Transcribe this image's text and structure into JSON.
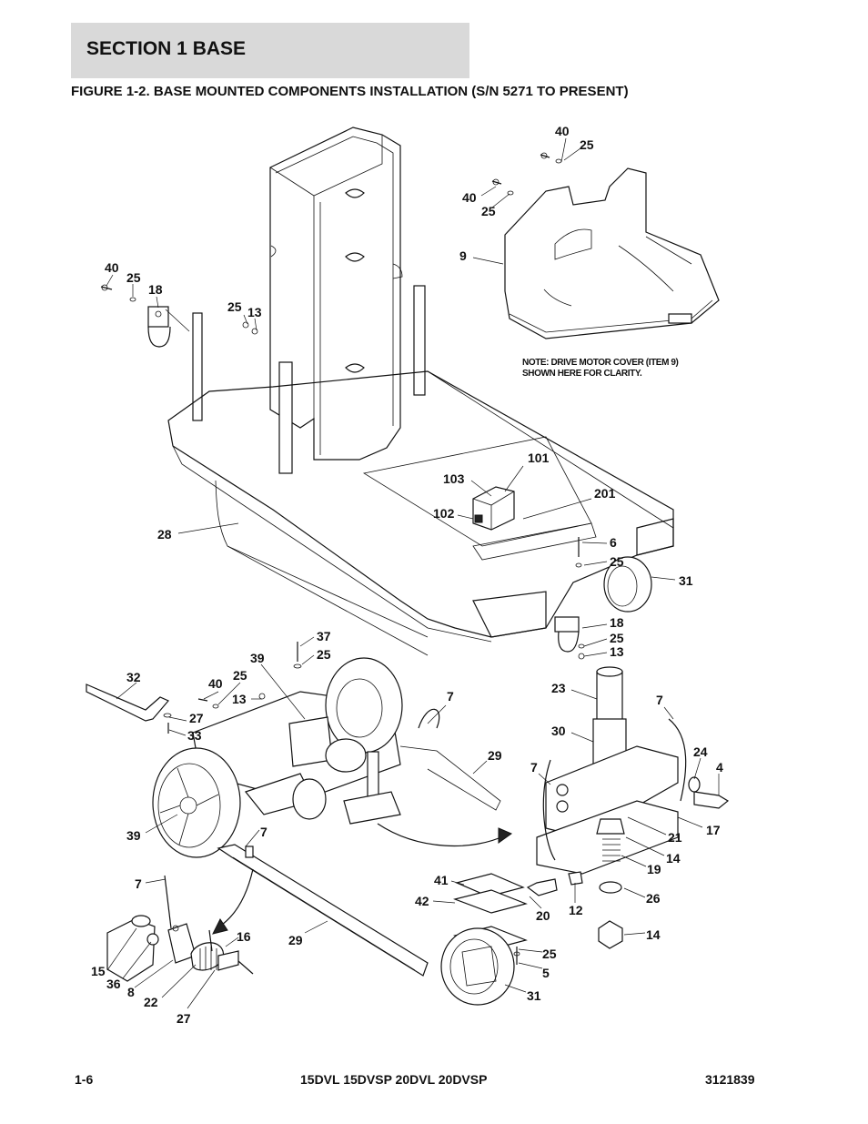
{
  "section": {
    "title": "SECTION 1  BASE"
  },
  "figure": {
    "title": "FIGURE 1-2. BASE MOUNTED COMPONENTS INSTALLATION (S/N 5271 TO PRESENT)"
  },
  "note": {
    "line1": "NOTE:  DRIVE MOTOR COVER (ITEM 9)",
    "line2": "SHOWN HERE FOR CLARITY."
  },
  "callouts": {
    "c40a": "40",
    "c25a": "25",
    "c40b": "40",
    "c25b": "25",
    "c9": "9",
    "c40c": "40",
    "c25c": "25",
    "c18a": "18",
    "c25d": "25",
    "c13a": "13",
    "c101": "101",
    "c103": "103",
    "c201": "201",
    "c102": "102",
    "c28": "28",
    "c6": "6",
    "c25e": "25",
    "c31a": "31",
    "c18b": "18",
    "c25f": "25",
    "c13b": "13",
    "c37": "37",
    "c25g": "25",
    "c39a": "39",
    "c32": "32",
    "c40d": "40",
    "c25h": "25",
    "c13c": "13",
    "c27a": "27",
    "c33": "33",
    "c7a": "7",
    "c29a": "29",
    "c23": "23",
    "c7b": "7",
    "c30": "30",
    "c24": "24",
    "c4": "4",
    "c7c": "7",
    "c21": "21",
    "c17": "17",
    "c14a": "14",
    "c19": "19",
    "c39b": "39",
    "c7d": "7",
    "c7e": "7",
    "c41": "41",
    "c42": "42",
    "c20": "20",
    "c12": "12",
    "c26": "26",
    "c14b": "14",
    "c16": "16",
    "c29b": "29",
    "c15": "15",
    "c36": "36",
    "c8": "8",
    "c25i": "25",
    "c5": "5",
    "c22": "22",
    "c31b": "31",
    "c27b": "27"
  },
  "footer": {
    "page": "1-6",
    "models": "15DVL 15DVSP 20DVL 20DVSP",
    "doc_number": "3121839"
  }
}
